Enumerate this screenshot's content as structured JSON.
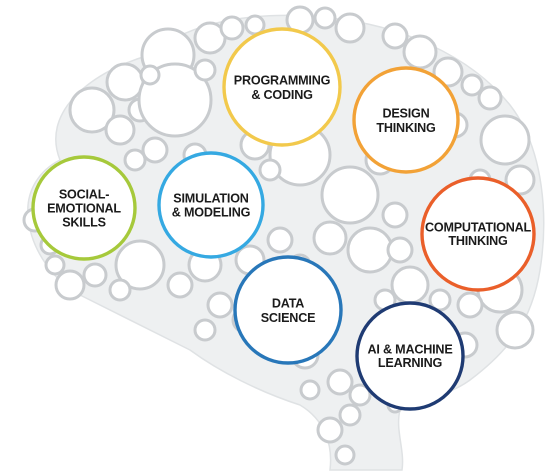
{
  "diagram": {
    "skills": [
      {
        "id": "programming",
        "lines": [
          "PROGRAMMING",
          "& CODING"
        ],
        "color": "#f2c94c"
      },
      {
        "id": "design",
        "lines": [
          "DESIGN",
          "THINKING"
        ],
        "color": "#f2a237"
      },
      {
        "id": "social",
        "lines": [
          "SOCIAL-",
          "EMOTIONAL",
          "SKILLS"
        ],
        "color": "#a6c93b"
      },
      {
        "id": "simulation",
        "lines": [
          "SIMULATION",
          "& MODELING"
        ],
        "color": "#35a9e2"
      },
      {
        "id": "computational",
        "lines": [
          "COMPUTATIONAL",
          "THINKING"
        ],
        "color": "#ea5f2a"
      },
      {
        "id": "data-science",
        "lines": [
          "DATA",
          "SCIENCE"
        ],
        "color": "#2877b9"
      },
      {
        "id": "ai",
        "lines": [
          "AI & MACHINE",
          "LEARNING"
        ],
        "color": "#1f3b73"
      }
    ],
    "colors": {
      "background_circle_fill": "#ffffff",
      "background_circle_stroke": "#c8cbce",
      "brain_fill": "#eef0f1"
    }
  }
}
